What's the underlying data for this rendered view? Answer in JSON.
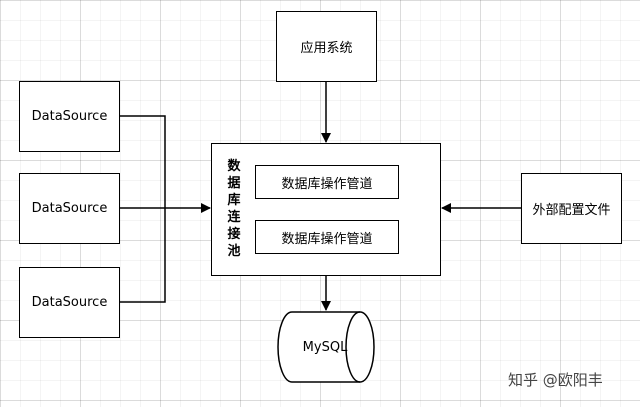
{
  "diagram": {
    "app_system": "应用系统",
    "datasources": [
      "DataSource",
      "DataSource",
      "DataSource"
    ],
    "pool_label": "数据库连接池",
    "pipes": [
      "数据库操作管道",
      "数据库操作管道"
    ],
    "external_config": "外部配置文件",
    "database": "MySQL"
  },
  "watermark": "知乎 @欧阳丰",
  "colors": {
    "line": "#000000",
    "background": "#ffffff",
    "grid": "#d9d9d9"
  }
}
